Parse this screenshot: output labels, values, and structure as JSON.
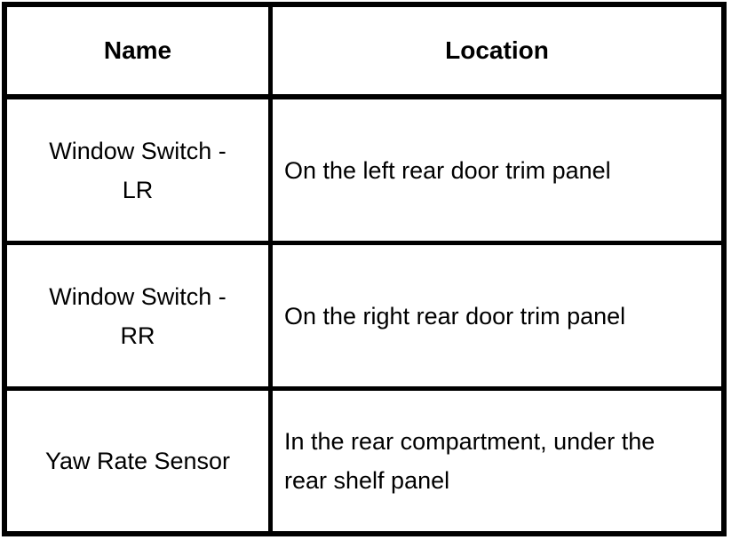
{
  "table": {
    "columns": [
      {
        "label": "Name"
      },
      {
        "label": "Location"
      }
    ],
    "rows": [
      {
        "name": "Window Switch - LR",
        "name_lines": [
          "Window Switch -",
          "LR"
        ],
        "location": "On the left rear door trim panel",
        "location_lines": [
          "On the left rear door trim panel"
        ]
      },
      {
        "name": "Window Switch - RR",
        "name_lines": [
          "Window Switch -",
          "RR"
        ],
        "location": "On the right rear door trim panel",
        "location_lines": [
          "On the right rear door trim panel"
        ]
      },
      {
        "name": "Yaw Rate Sensor",
        "name_lines": [
          "Yaw Rate Sensor"
        ],
        "location": "In the rear compartment, under the rear shelf panel",
        "location_lines": [
          "In the rear compartment, under the",
          "rear shelf panel"
        ]
      }
    ],
    "colors": {
      "border": "#000000",
      "background": "#ffffff",
      "text": "#000000"
    }
  }
}
